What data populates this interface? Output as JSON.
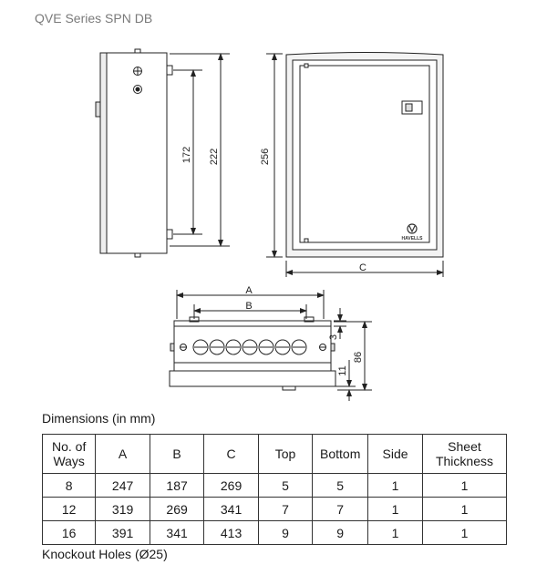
{
  "title": "QVE Series SPN DB",
  "drawing": {
    "side_dim_inner": "172",
    "side_dim_outer": "222",
    "front_dim_height": "256",
    "front_dim_width": "C",
    "brand_text": "HAVELLS",
    "bottom_dim_a": "A",
    "bottom_dim_b": "B",
    "bottom_dim_3": "3",
    "bottom_dim_11": "11",
    "bottom_dim_86": "86"
  },
  "dimensions_caption": "Dimensions (in mm)",
  "table": {
    "headers": [
      "No. of Ways",
      "A",
      "B",
      "C",
      "Top",
      "Bottom",
      "Side",
      "Sheet Thickness"
    ],
    "rows": [
      [
        "8",
        "247",
        "187",
        "269",
        "5",
        "5",
        "1",
        "1"
      ],
      [
        "12",
        "319",
        "269",
        "341",
        "7",
        "7",
        "1",
        "1"
      ],
      [
        "16",
        "391",
        "341",
        "413",
        "9",
        "9",
        "1",
        "1"
      ]
    ]
  },
  "knockout_text": "Knockout Holes (Ø25)"
}
